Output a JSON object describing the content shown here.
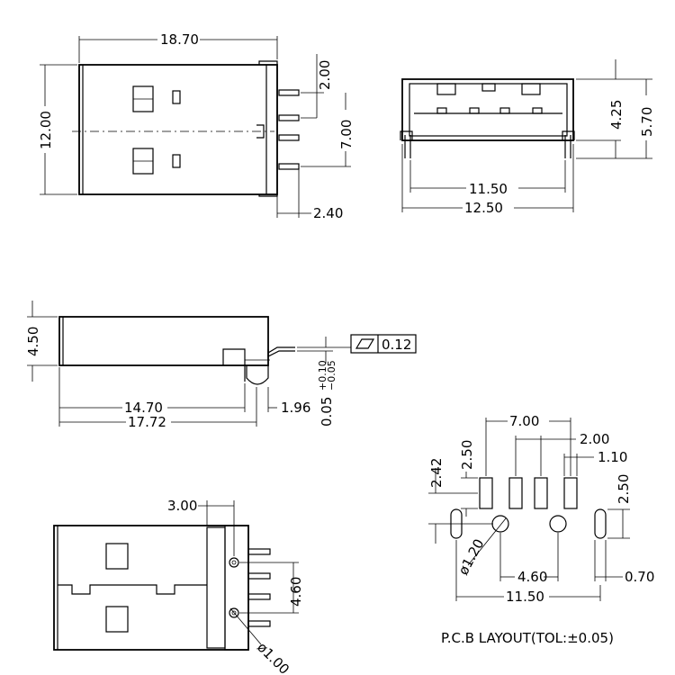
{
  "dims": {
    "top_width": "18.70",
    "top_height": "12.00",
    "pin_pitch_right": "2.00",
    "pin_span_right": "7.00",
    "pin_tail": "2.40",
    "front_inner_width": "11.50",
    "front_outer_width": "12.50",
    "front_height_inner": "4.25",
    "front_height_outer": "5.70",
    "side_height": "4.50",
    "side_len_body": "14.70",
    "side_len_total": "17.72",
    "side_pin": "1.96",
    "side_tol": "0.05",
    "side_tol_upper": "+0.10",
    "side_tol_lower": "−0.05",
    "flatness_value": "0.12",
    "bottom_offset": "3.00",
    "bottom_hole_pitch": "4.60",
    "bottom_hole_dia": "ø1.00",
    "pcb_span": "7.00",
    "pcb_pitch": "2.00",
    "pcb_pad_width": "1.10",
    "pcb_offset_a": "2.42",
    "pcb_pad_len": "2.50",
    "pcb_pad_len_right": "2.50",
    "pcb_hole_dia": "ø1.20",
    "pcb_hole_pitch": "4.60",
    "pcb_slot_width": "0.70",
    "pcb_total": "11.50"
  },
  "pcb_caption": "P.C.B  LAYOUT(TOL:±0.05)"
}
